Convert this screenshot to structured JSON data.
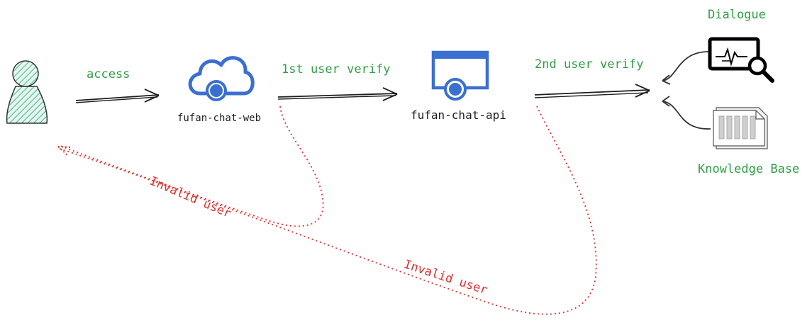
{
  "labels": {
    "access": "access",
    "first_verify": "1st user verify",
    "second_verify": "2nd user verify",
    "web_node": "fufan-chat-web",
    "api_node": "fufan-chat-api",
    "dialogue": "Dialogue",
    "knowledge_base": "Knowledge Base",
    "invalid_user_web": "Invalid user",
    "invalid_user_api": "Invalid user"
  },
  "colors": {
    "label_green": "#2f9e44",
    "error_red": "#e03131",
    "stroke_dark": "#1e1e1e",
    "icon_blue": "#3b6fd0",
    "user_fill": "#63c5a6"
  },
  "icons": {
    "user": "user-icon",
    "web": "cloud-icon",
    "api": "browser-window-icon",
    "dialogue": "monitor-search-icon",
    "knowledge_base": "document-stack-icon"
  }
}
